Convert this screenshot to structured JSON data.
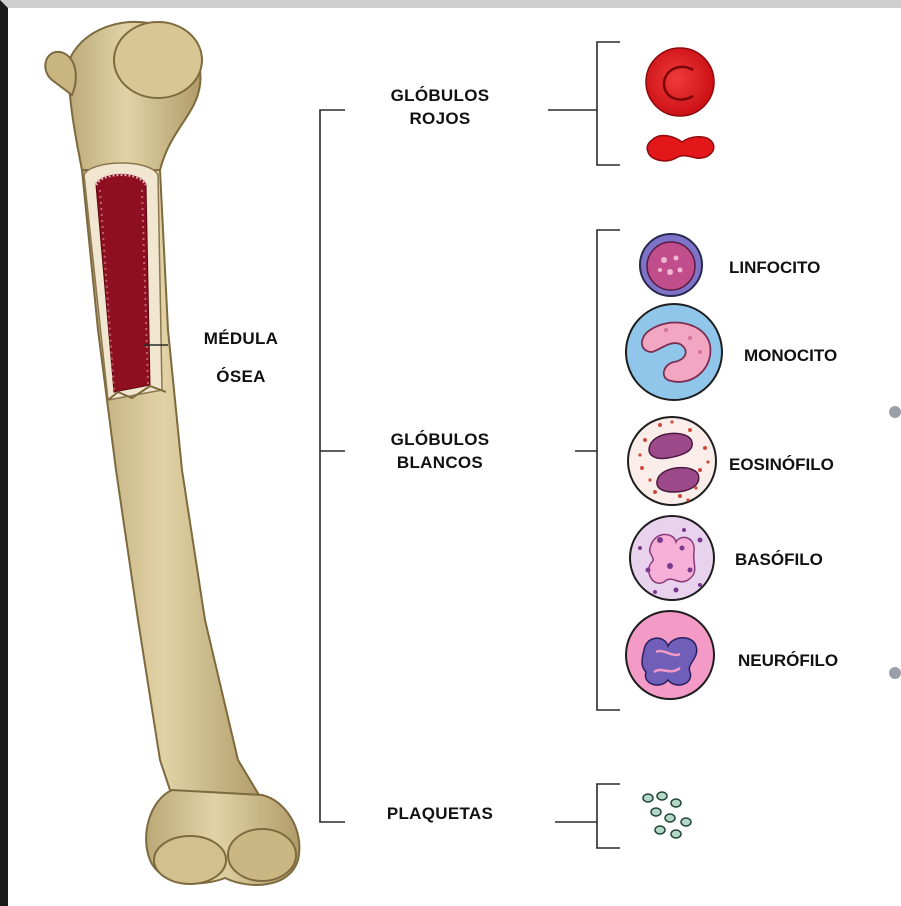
{
  "labels": {
    "medula_line1": "MÉDULA",
    "medula_line2": "ÓSEA",
    "rojos_line1": "GLÓBULOS",
    "rojos_line2": "ROJOS",
    "blancos_line1": "GLÓBULOS",
    "blancos_line2": "BLANCOS",
    "plaquetas": "PLAQUETAS"
  },
  "white_cells": [
    {
      "label": "LINFOCITO",
      "icon": "lymphocyte-cell-icon"
    },
    {
      "label": "MONOCITO",
      "icon": "monocyte-cell-icon"
    },
    {
      "label": "EOSINÓFILO",
      "icon": "eosinophil-cell-icon"
    },
    {
      "label": "BASÓFILO",
      "icon": "basophil-cell-icon"
    },
    {
      "label": "NEURÓFILO",
      "icon": "neutrophil-cell-icon"
    }
  ],
  "colors": {
    "bone": "#d6c393",
    "marrow": "#8e0f1f",
    "red_cell": "#e3161a",
    "cell_pink": "#f2a6c4",
    "cell_purple": "#9a4f9a",
    "line": "#2a2a2a"
  }
}
